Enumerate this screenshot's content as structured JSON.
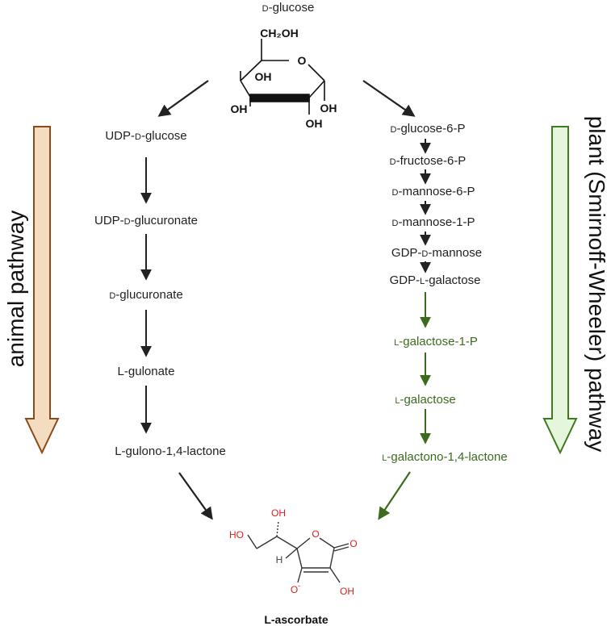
{
  "top": {
    "prefix": "D",
    "name": "-glucose"
  },
  "glucose_groups": {
    "ch2oh": "CH₂OH",
    "ring_o": "O",
    "oh1": "OH",
    "oh2": "OH",
    "oh3": "OH",
    "oh4": "OH"
  },
  "animal": {
    "steps": [
      {
        "pre": "UDP-",
        "sc": "D",
        "post": "-glucose"
      },
      {
        "pre": "UDP-",
        "sc": "D",
        "post": "-glucuronate"
      },
      {
        "pre": "",
        "sc": "D",
        "post": "-glucuronate"
      },
      {
        "pre": "L-gulonate",
        "sc": "",
        "post": ""
      },
      {
        "pre": "L-gulono-1,4-lactone",
        "sc": "",
        "post": ""
      }
    ],
    "side_label": "animal pathway"
  },
  "plant": {
    "steps": [
      {
        "pre": "",
        "sc": "D",
        "post": "-glucose-6-P"
      },
      {
        "pre": "",
        "sc": "D",
        "post": "-fructose-6-P"
      },
      {
        "pre": "",
        "sc": "D",
        "post": "-mannose-6-P"
      },
      {
        "pre": "",
        "sc": "D",
        "post": "-mannose-1-P"
      },
      {
        "pre": "GDP-",
        "sc": "D",
        "post": "-mannose"
      },
      {
        "pre": "GDP-",
        "sc": "L",
        "post": "-galactose"
      }
    ],
    "green_steps": [
      {
        "pre": "",
        "sc": "L",
        "post": "-galactose-1-P"
      },
      {
        "pre": "",
        "sc": "L",
        "post": "-galactose"
      },
      {
        "pre": "",
        "sc": "L",
        "post": "-galactono-1,4-lactone"
      }
    ],
    "side_label": "plant (Smirnoff-Wheeler) pathway"
  },
  "ascorbate_groups": {
    "oh_top": "OH",
    "ho_left": "HO",
    "h": "H",
    "ring_o": "O",
    "carbonyl_o": "O",
    "o_minus": "O",
    "minus": "-",
    "oh_bottom": "OH"
  },
  "product": "L-ascorbate",
  "colors": {
    "black_arrow": "#222222",
    "green_arrow": "#3d6b1e",
    "green_text": "#3d6b1e",
    "animal_fill": "#f3dcc0",
    "animal_stroke": "#8a4a1c",
    "plant_fill": "#e6f6dc",
    "plant_stroke": "#3d7a20",
    "heteroatom_red": "#e02020"
  }
}
